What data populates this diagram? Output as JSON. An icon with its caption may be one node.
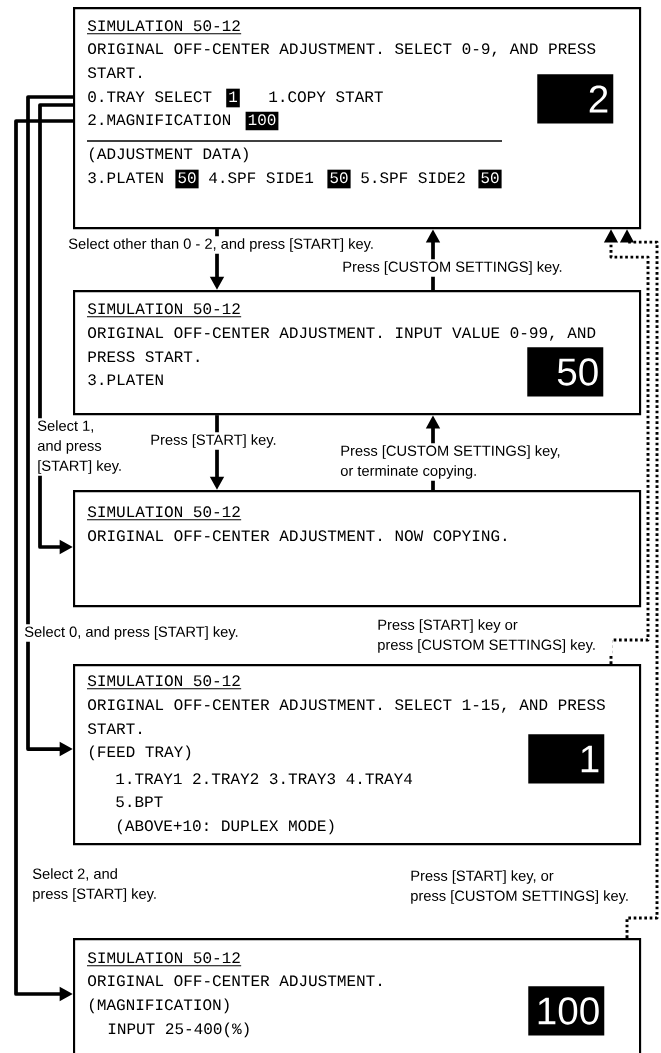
{
  "diagram": {
    "nodes": [
      {
        "text": [
          "SIMULATION 50-12",
          "ORIGINAL OFF-CENTER ADJUSTMENT. SELECT 0-9, AND PRESS START.",
          "0.TRAY SELECT",
          "1",
          "1.COPY START",
          "2.MAGNIFICATION",
          "100",
          "(ADJUSTMENT DATA)",
          "3.PLATEN",
          "50",
          "4.SPF SIDE1",
          "50",
          "5.SPF SIDE2",
          "50",
          "2"
        ]
      },
      {
        "text": [
          "SIMULATION 50-12",
          "ORIGINAL OFF-CENTER ADJUSTMENT. INPUT VALUE 0-99, AND PRESS START.",
          "3.PLATEN",
          "50"
        ]
      },
      {
        "text": [
          "SIMULATION 50-12",
          "ORIGINAL OFF-CENTER ADJUSTMENT. NOW COPYING."
        ]
      },
      {
        "text": [
          "SIMULATION 50-12",
          "ORIGINAL OFF-CENTER ADJUSTMENT. SELECT 1-15, AND PRESS START.",
          "(FEED TRAY)",
          "1.TRAY1 2.TRAY2 3.TRAY3 4.TRAY4",
          "5.BPT",
          "(ABOVE+10: DUPLEX MODE)",
          "1"
        ]
      },
      {
        "text": [
          "SIMULATION 50-12",
          "ORIGINAL OFF-CENTER ADJUSTMENT.",
          "(MAGNIFICATION)",
          "INPUT 25-400(%)",
          "100"
        ]
      }
    ],
    "edges": [
      {
        "from": 0,
        "to": 1,
        "arrow": "to",
        "label": "Select other than 0 - 2, and press [START] key."
      },
      {
        "from": 1,
        "to": 0,
        "arrow": "to",
        "label": "Press [CUSTOM SETTINGS] key."
      },
      {
        "from": 1,
        "to": 2,
        "arrow": "to",
        "label": "Press [START] key."
      },
      {
        "from": 2,
        "to": 1,
        "arrow": "to",
        "label": "Press [CUSTOM SETTINGS] key, or terminate copying."
      },
      {
        "from": 0,
        "to": 2,
        "arrow": "to",
        "label": "Select 1, and press [START] key."
      },
      {
        "from": 0,
        "to": 3,
        "arrow": "to",
        "label": "Select 0, and press [START] key."
      },
      {
        "from": 0,
        "to": 4,
        "arrow": "to",
        "label": "Select 2, and press [START] key."
      },
      {
        "from": 3,
        "to": 0,
        "arrow": "to",
        "style": "dashed",
        "label": "Press [START] key or press [CUSTOM SETTINGS] key."
      },
      {
        "from": 4,
        "to": 0,
        "arrow": "to",
        "style": "dashed",
        "label": "Press [START] key, or press [CUSTOM SETTINGS] key."
      }
    ]
  }
}
